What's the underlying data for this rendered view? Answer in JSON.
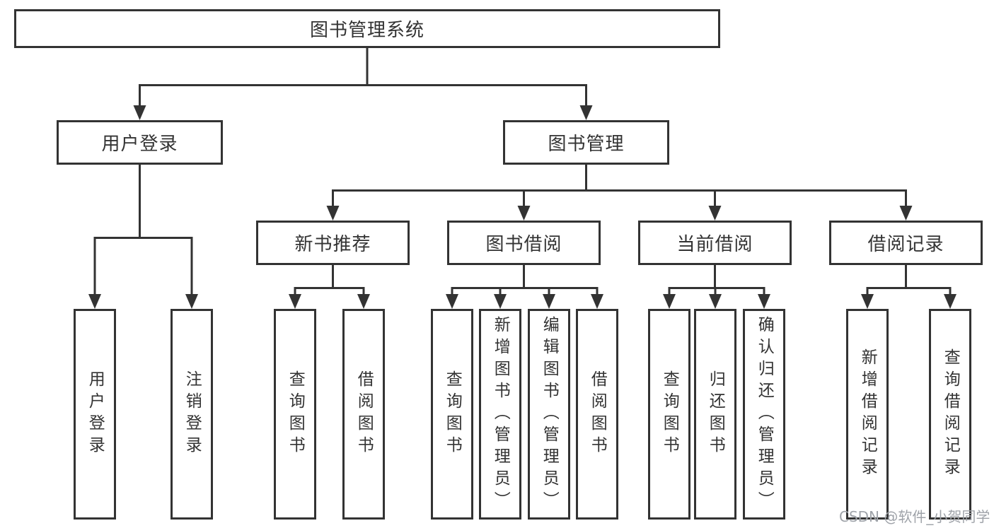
{
  "tree": {
    "label": "图书管理系统",
    "children": [
      {
        "label": "用户登录",
        "children": [
          {
            "label": "用户登录"
          },
          {
            "label": "注销登录"
          }
        ]
      },
      {
        "label": "图书管理",
        "children": [
          {
            "label": "新书推荐",
            "children": [
              {
                "label": "查询图书"
              },
              {
                "label": "借阅图书"
              }
            ]
          },
          {
            "label": "图书借阅",
            "children": [
              {
                "label": "查询图书"
              },
              {
                "label": "新增图书（管理员）"
              },
              {
                "label": "编辑图书（管理员）"
              },
              {
                "label": "借阅图书"
              }
            ]
          },
          {
            "label": "当前借阅",
            "children": [
              {
                "label": "查询图书"
              },
              {
                "label": "归还图书"
              },
              {
                "label": "确认归还（管理员）"
              }
            ]
          },
          {
            "label": "借阅记录",
            "children": [
              {
                "label": "新增借阅记录"
              },
              {
                "label": "查询借阅记录"
              }
            ]
          }
        ]
      }
    ]
  },
  "watermark": {
    "text": "CSDN @软件_小贺同学"
  },
  "colors": {
    "line": "#333333",
    "box_border": "#333333",
    "box_background": "#ffffff",
    "text": "#333333",
    "watermark": "#9fa3a9"
  }
}
